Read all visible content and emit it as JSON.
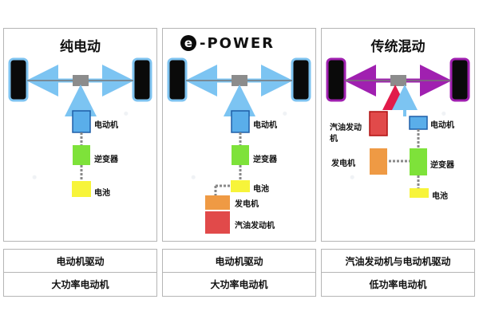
{
  "panels": [
    {
      "title": "纯电动",
      "labels": {
        "motor": "电动机",
        "inverter": "逆变器",
        "battery": "电池"
      },
      "row1": "电动机驱动",
      "row2": "大功率电动机"
    },
    {
      "title_logo": {
        "e_letter": "e",
        "text": "-POWER"
      },
      "labels": {
        "motor": "电动机",
        "inverter": "逆变器",
        "battery": "电池",
        "generator": "发电机",
        "engine": "汽油发动机"
      },
      "row1": "电动机驱动",
      "row2": "大功率电动机"
    },
    {
      "title": "传统混动",
      "labels": {
        "engine": "汽油发动机",
        "motor": "电动机",
        "generator": "发电机",
        "inverter": "逆变器",
        "battery": "电池"
      },
      "row1": "汽油发动机与电动机驱动",
      "row2": "低功率电动机"
    }
  ],
  "colors": {
    "wheel": "#0a0a0a",
    "wheel_outline_blue": "#7ec3f0",
    "wheel_outline_purple": "#a020b0",
    "arrow_blue": "#7cc4f2",
    "arrow_purple": "#a020b0",
    "motor": "#5aaeea",
    "inverter": "#7ee23a",
    "battery": "#f7f43a",
    "generator": "#ef9a44",
    "engine": "#e14a4a"
  }
}
